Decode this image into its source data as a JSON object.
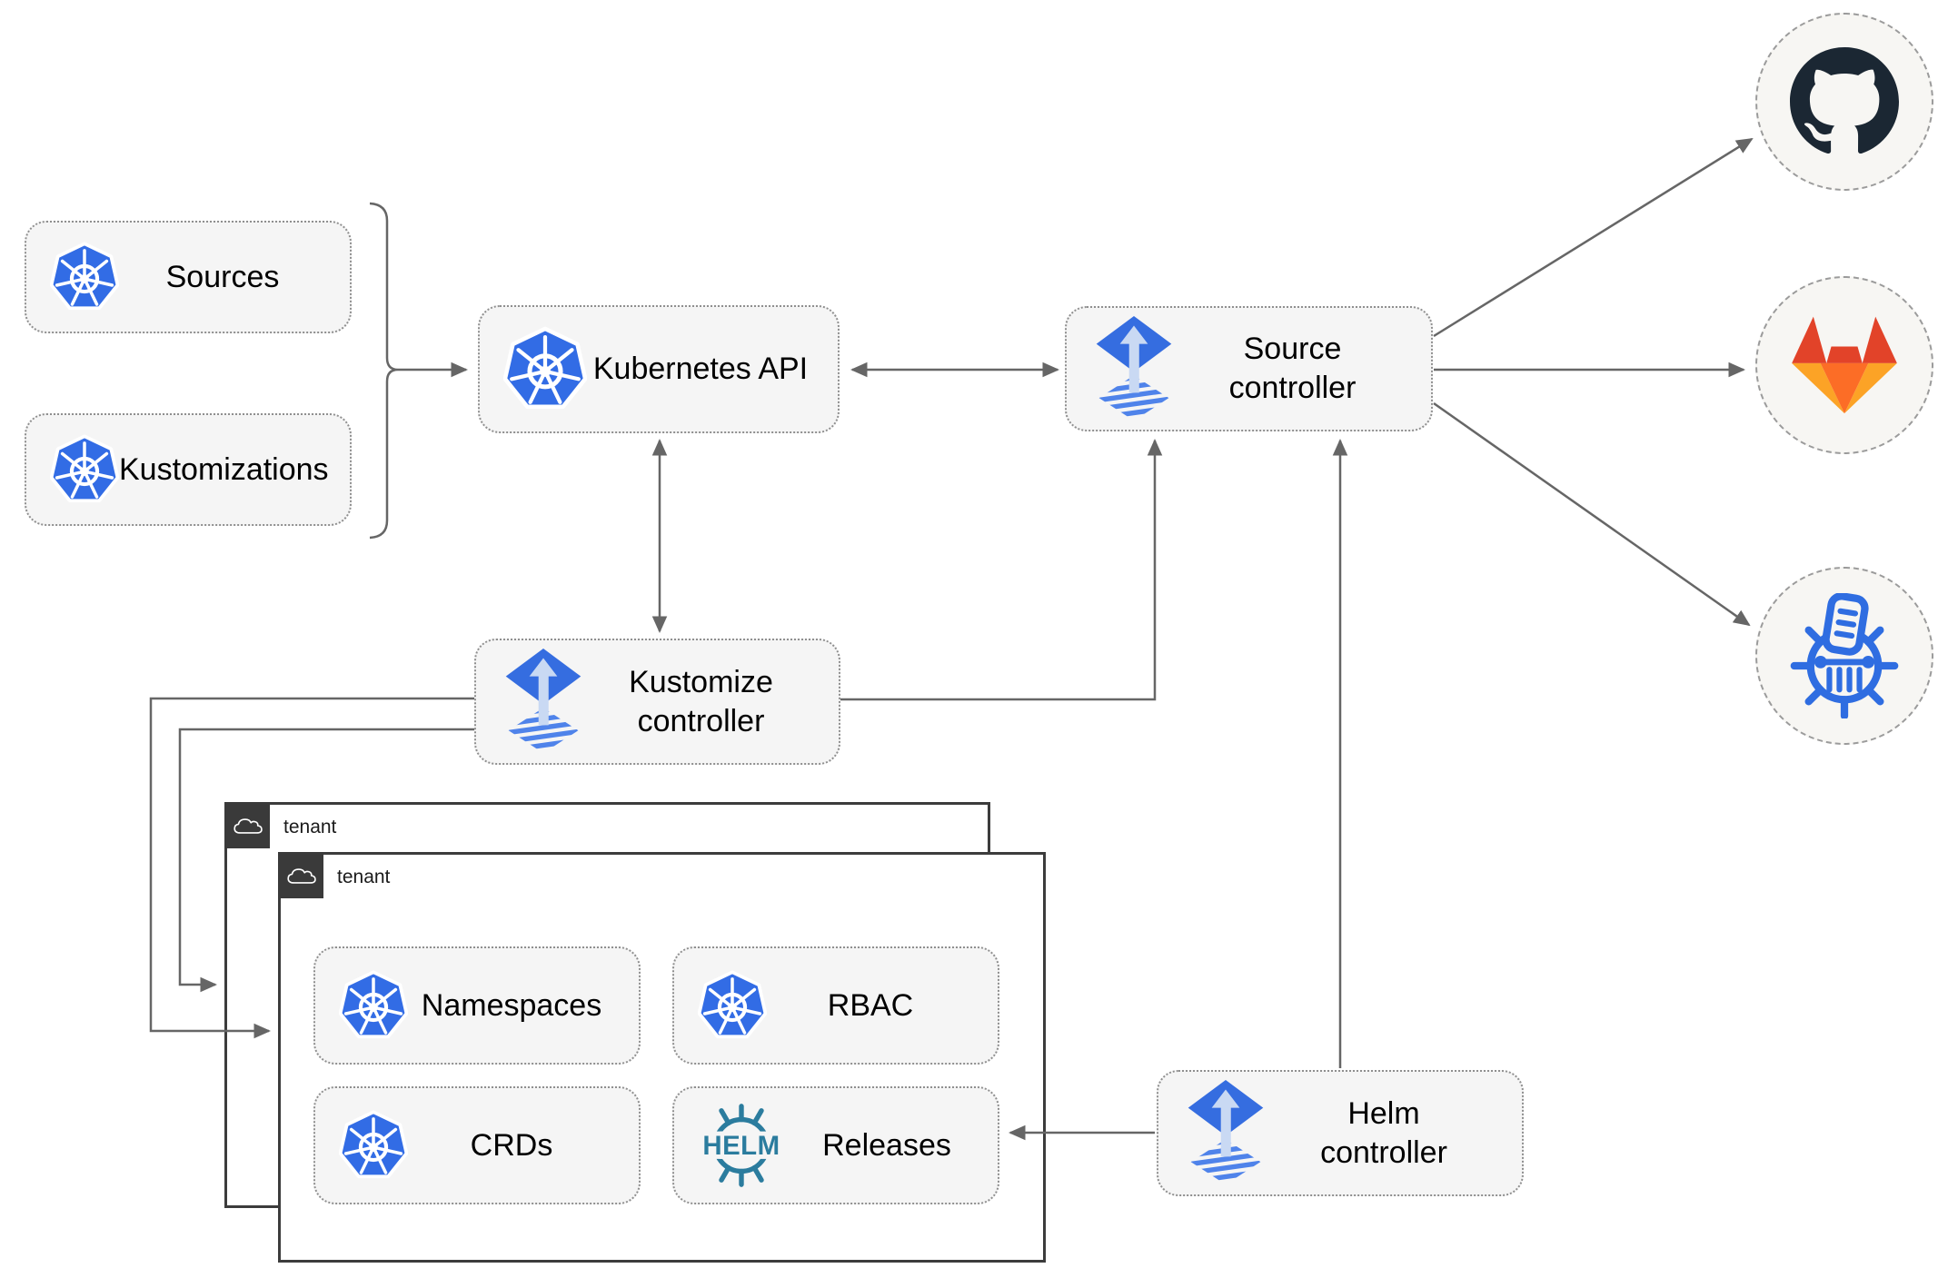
{
  "nodes": {
    "sources": {
      "label": "Sources",
      "icon": "kubernetes-icon"
    },
    "kustomizations": {
      "label": "Kustomizations",
      "icon": "kubernetes-icon"
    },
    "kubernetes_api": {
      "label": "Kubernetes API",
      "icon": "kubernetes-icon"
    },
    "source_controller": {
      "line1": "Source",
      "line2": "controller",
      "icon": "flux-icon"
    },
    "kustomize_controller": {
      "line1": "Kustomize",
      "line2": "controller",
      "icon": "flux-icon"
    },
    "helm_controller": {
      "line1": "Helm",
      "line2": "controller",
      "icon": "flux-icon"
    },
    "namespaces": {
      "label": "Namespaces",
      "icon": "kubernetes-icon"
    },
    "rbac": {
      "label": "RBAC",
      "icon": "kubernetes-icon"
    },
    "crds": {
      "label": "CRDs",
      "icon": "kubernetes-icon"
    },
    "releases": {
      "label": "Releases",
      "icon": "helm-wheel-icon",
      "icon_text": "HELM"
    }
  },
  "groups": {
    "tenant_back": {
      "label": "tenant",
      "icon": "cloud-icon"
    },
    "tenant_front": {
      "label": "tenant",
      "icon": "cloud-icon"
    }
  },
  "external_targets": [
    {
      "name": "github",
      "icon": "github-icon"
    },
    {
      "name": "gitlab",
      "icon": "gitlab-icon"
    },
    {
      "name": "chartmuseum",
      "icon": "chartmuseum-icon"
    }
  ],
  "colors": {
    "kubernetes_blue": "#326CE5",
    "flux_blue": "#356DE0",
    "flux_arrow_light": "#C9D9F3",
    "helm_teal": "#2B7C9E",
    "chartmuseum_blue": "#2F6DE1",
    "github_dark": "#1B2733",
    "gitlab_red": "#E24329",
    "gitlab_orange": "#FC6D26",
    "gitlab_light_orange": "#FCA326",
    "card_fill": "#F5F5F5",
    "card_border": "#8F8F8F",
    "tenant_border": "#3C3C3C",
    "connector_gray": "#666666",
    "circle_fill": "#F7F6F3"
  }
}
